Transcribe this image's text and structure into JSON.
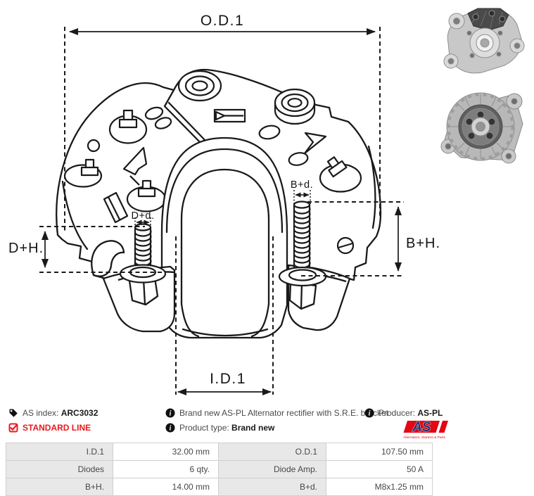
{
  "drawing": {
    "labels": {
      "od1": "O.D.1",
      "dh": "D+H.",
      "dd": "D+d.",
      "bd": "B+d.",
      "bh": "B+H.",
      "id1": "I.D.1"
    }
  },
  "info": {
    "as_index": {
      "label": "AS index: ",
      "value": "ARC3032"
    },
    "standard_line": "STANDARD LINE",
    "description": "Brand new AS-PL Alternator rectifier with S.R.E. bracket",
    "product_type": {
      "label": "Product type: ",
      "value": "Brand new"
    },
    "producer": {
      "label": "Producer: ",
      "value": "AS-PL"
    },
    "logo": {
      "text": "AS",
      "subtext": "Alternators, Starters & Parts"
    }
  },
  "icons": {
    "as_index": "tag-icon",
    "standard_line": "checkbox-checked-icon",
    "description": "info-circle-icon",
    "product_type": "info-circle-icon",
    "producer": "info-circle-icon"
  },
  "colors": {
    "accent_red": "#e8191f",
    "logo_red": "#e30613",
    "line_black": "#1a1a1a",
    "table_label_bg": "#e8e8e8",
    "table_border": "#cfcfcf",
    "text": "#474747"
  },
  "spec_table": {
    "rows": [
      {
        "cells": [
          {
            "label": "I.D.1",
            "value": "32.00 mm"
          },
          {
            "label": "O.D.1",
            "value": "107.50 mm"
          }
        ]
      },
      {
        "cells": [
          {
            "label": "Diodes",
            "value": "6 qty."
          },
          {
            "label": "Diode Amp.",
            "value": "50 A"
          }
        ]
      },
      {
        "cells": [
          {
            "label": "B+H.",
            "value": "14.00 mm"
          },
          {
            "label": "B+d.",
            "value": "M8x1.25 mm"
          }
        ]
      }
    ]
  }
}
